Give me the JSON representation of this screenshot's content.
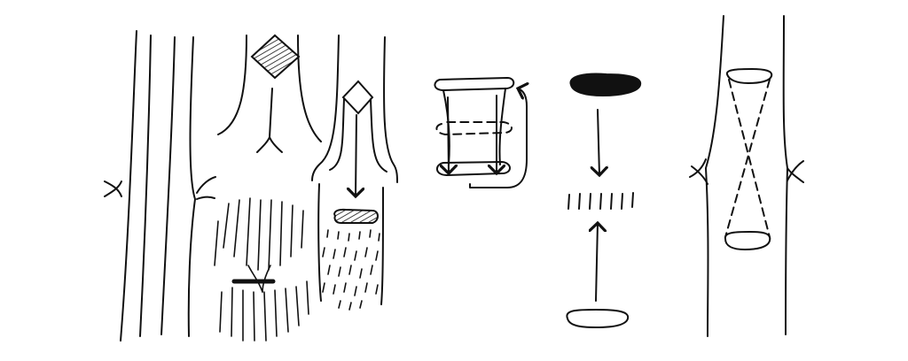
{
  "colors": {
    "background": "#ffffff",
    "ink": "#111111",
    "fill": "#111111"
  },
  "panels": [
    {
      "name": "parallel-lines-panel"
    },
    {
      "name": "diamond-splitting-panel"
    },
    {
      "name": "hollow-cylinder-loop-panel"
    },
    {
      "name": "ellipses-converging-panel"
    },
    {
      "name": "hourglass-tube-panel"
    }
  ]
}
